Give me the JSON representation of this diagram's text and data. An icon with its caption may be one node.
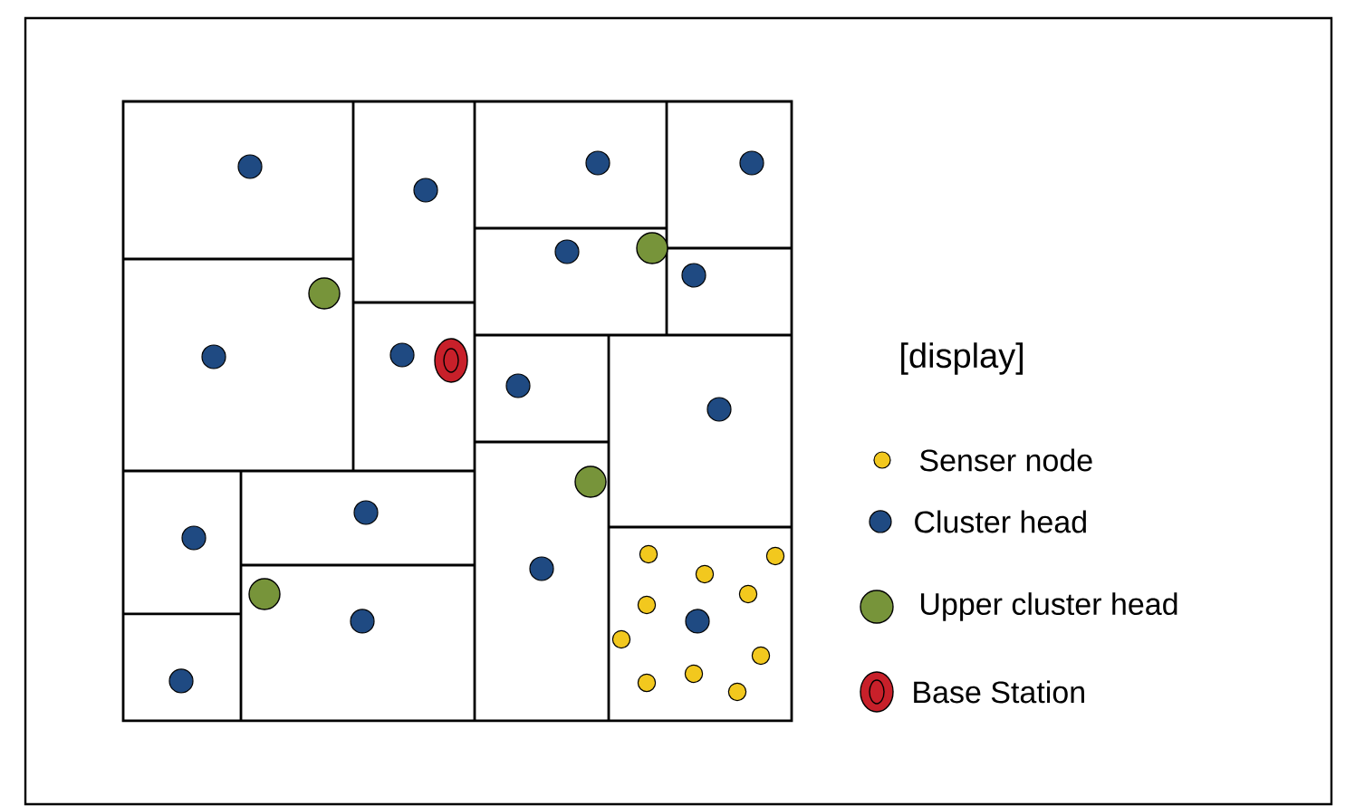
{
  "diagram": {
    "labels": [
      "[display]"
    ],
    "legend": [
      {
        "text": "Senser node",
        "color": "#f2c81e"
      },
      {
        "text": "Cluster head",
        "color": "#1f4a82"
      },
      {
        "text": "Upper cluster head",
        "color": "#77943a"
      },
      {
        "text": "Base Station",
        "color": "#c8202a"
      }
    ]
  }
}
